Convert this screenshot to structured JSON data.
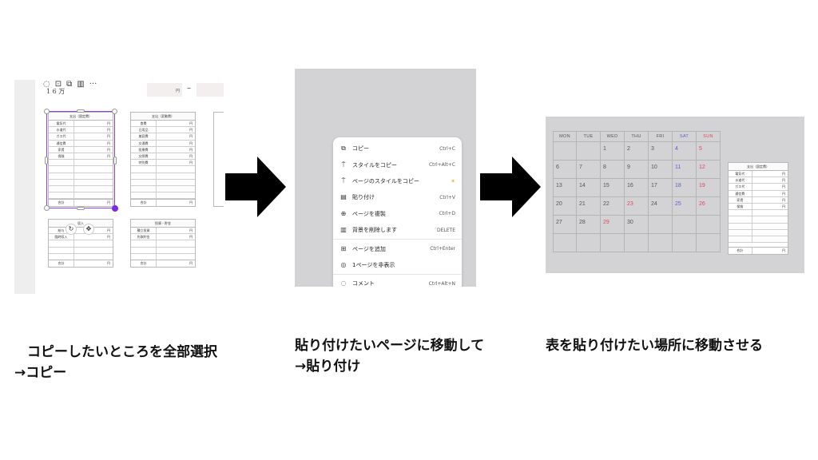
{
  "panel1": {
    "yen_label": "円",
    "page_count": "1 6 万",
    "fixed_ledger": {
      "title": "支出（固定費）",
      "rows": [
        "電気代",
        "水道代",
        "ガス代",
        "通信費",
        "家賃",
        "保険"
      ],
      "unit": "円",
      "total_label": "合計"
    },
    "variable_ledger": {
      "title": "支出（変動費）",
      "rows": [
        "食費",
        "日用品",
        "美容費",
        "交通費",
        "医療費",
        "交際費",
        "特別費"
      ],
      "unit": "円",
      "total_label": "合計"
    },
    "income_ledger": {
      "title": "収入",
      "rows": [
        "給与",
        "臨時収入"
      ],
      "unit": "円",
      "total_label": "合計"
    },
    "savings_ledger": {
      "title": "投資・貯金",
      "rows": [
        "積立投資",
        "先取貯金"
      ],
      "unit": "円",
      "total_label": "合計"
    }
  },
  "context_menu": {
    "items": [
      {
        "icon": "copy-icon",
        "glyph": "⧉",
        "label": "コピー",
        "shortcut": "Ctrl+C"
      },
      {
        "icon": "paint-roller-icon",
        "glyph": "⍑",
        "label": "スタイルをコピー",
        "shortcut": "Ctrl+Alt+C"
      },
      {
        "icon": "paint-roller-icon",
        "glyph": "⍑",
        "label": "ページのスタイルをコピー",
        "shortcut": "✶"
      },
      {
        "icon": "clipboard-icon",
        "glyph": "▤",
        "label": "貼り付け",
        "shortcut": "Ctrl+V"
      },
      {
        "icon": "duplicate-icon",
        "glyph": "⊕",
        "label": "ページを複製",
        "shortcut": "Ctrl+D"
      },
      {
        "icon": "trash-icon",
        "glyph": "▥",
        "label": "背景を削除します",
        "shortcut": "DELETE"
      },
      {
        "icon": "add-page-icon",
        "glyph": "⊞",
        "label": "ページを追加",
        "shortcut": "Ctrl+Enter"
      },
      {
        "icon": "eye-off-icon",
        "glyph": "◎",
        "label": "1ページを非表示",
        "shortcut": ""
      },
      {
        "icon": "comment-icon",
        "glyph": "◌",
        "label": "コメント",
        "shortcut": "Ctrl+Alt+N"
      }
    ]
  },
  "calendar": {
    "weekdays": [
      "MON",
      "TUE",
      "WED",
      "THU",
      "FRI",
      "SAT",
      "SUN"
    ],
    "weeks": [
      [
        "",
        "",
        "1",
        "2",
        "3",
        "4",
        "5"
      ],
      [
        "6",
        "7",
        "8",
        "9",
        "10",
        "11",
        "12"
      ],
      [
        "13",
        "14",
        "15",
        "16",
        "17",
        "18",
        "19"
      ],
      [
        "20",
        "21",
        "22",
        "23",
        "24",
        "25",
        "26"
      ],
      [
        "27",
        "28",
        "29",
        "30",
        "",
        "",
        ""
      ],
      [
        "",
        "",
        "",
        "",
        "",
        "",
        ""
      ]
    ],
    "holidays": [
      "23",
      "29"
    ]
  },
  "captions": {
    "step1_line1": "コピーしたいところを全部選択",
    "step1_line2": "→コピー",
    "step2_line1": "貼り付けたいページに移動して",
    "step2_line2": "→貼り付け",
    "step3_line1": "表を貼り付けたい場所に移動させる"
  },
  "colors": {
    "selection": "#8b3dff",
    "saturday": "#5b63c9",
    "sunday": "#e0485f",
    "panel_bg": "#d3d3d5"
  }
}
